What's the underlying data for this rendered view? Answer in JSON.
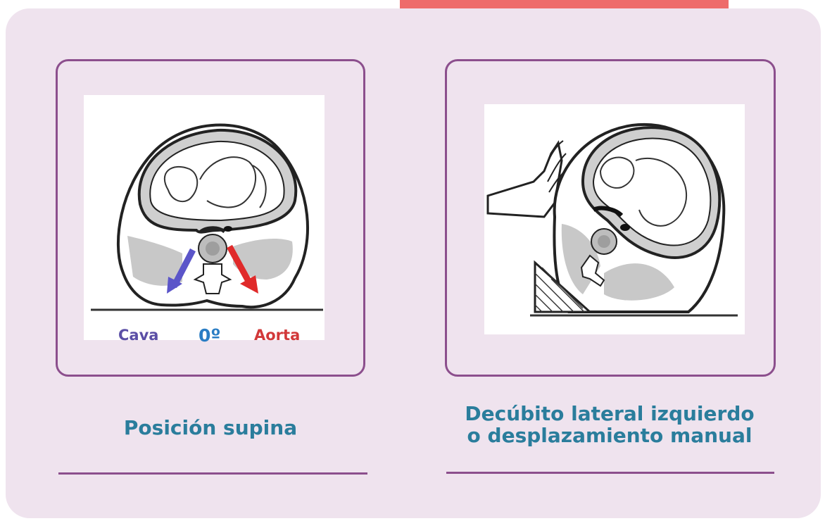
{
  "colors": {
    "background": "#efe3ee",
    "frame": "#8c4f8d",
    "accent_bar": "#ee6b6b",
    "caption": "#2a7d9c",
    "cava": "#5b4fa6",
    "aorta": "#d2393a",
    "angle": "#2a7dc4"
  },
  "left_panel": {
    "labels": {
      "cava": "Cava",
      "angle": "0º",
      "aorta": "Aorta"
    },
    "caption": "Posición supina"
  },
  "right_panel": {
    "caption_line1": "Decúbito lateral izquierdo",
    "caption_line2": "o desplazamiento manual"
  }
}
